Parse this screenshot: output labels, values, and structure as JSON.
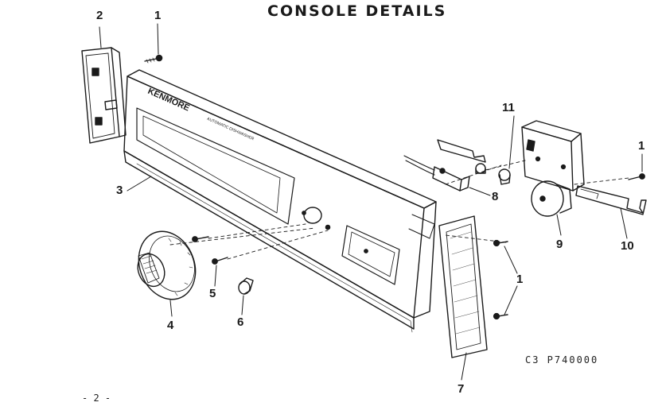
{
  "diagram": {
    "title": "CONSOLE DETAILS",
    "catalog_code": "C3 P740000",
    "page_number": "- 2 -",
    "panel_brand": "KENMORE",
    "panel_subtitle": "AUTOMATIC DISHWASHER",
    "callouts": {
      "c1_top": "1",
      "c2": "2",
      "c3": "3",
      "c4": "4",
      "c5": "5",
      "c6": "6",
      "c7": "7",
      "c8": "8",
      "c9": "9",
      "c10": "10",
      "c11": "11",
      "c1_right": "1",
      "c1_lower": "1"
    }
  }
}
